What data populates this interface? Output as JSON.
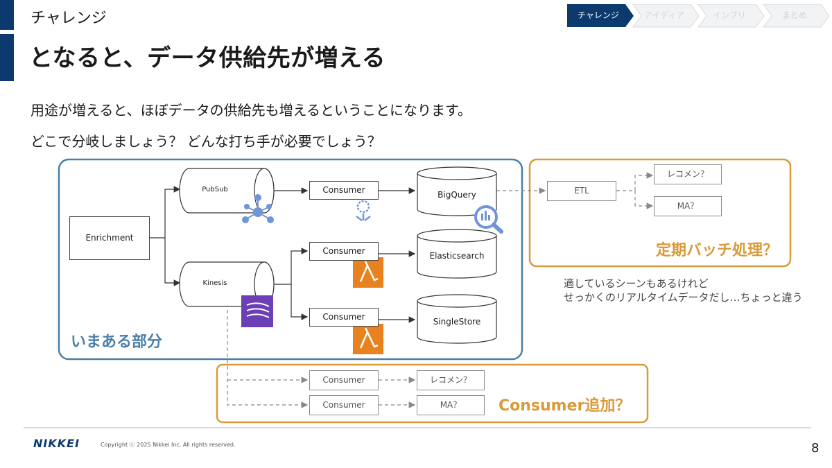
{
  "header": {
    "section": "チャレンジ",
    "title": "となると、データ供給先が増える"
  },
  "steps": [
    {
      "label": "チャレンジ",
      "active": true
    },
    {
      "label": "アイディア",
      "active": false
    },
    {
      "label": "インプリ",
      "active": false
    },
    {
      "label": "まとめ",
      "active": false
    }
  ],
  "body": {
    "line1": "用途が増えると、ほぼデータの供給先も増えるということになります。",
    "line2": "どこで分岐しましょう？ どんな打ち手が必要でしょう？"
  },
  "diagram": {
    "enrichment": "Enrichment",
    "pubsub": "PubSub",
    "kinesis": "Kinesis",
    "consumer_pubsub": "Consumer",
    "consumer_es": "Consumer",
    "consumer_ss": "Consumer",
    "bigquery": "BigQuery",
    "elasticsearch": "Elasticsearch",
    "singlestore": "SingleStore",
    "etl": "ETL",
    "recommend_top": "レコメン？",
    "ma_top": "MA？",
    "consumer_new1": "Consumer",
    "consumer_new2": "Consumer",
    "recommend_bottom": "レコメン？",
    "ma_bottom": "MA？",
    "region_current": "いまある部分",
    "region_batch": "定期バッチ処理？",
    "region_consumer": "Consumer追加？",
    "note_line1": "適しているシーンもあるけれど",
    "note_line2": "せっかくのリアルタイムデータだし…ちょっと違う"
  },
  "footer": {
    "logo": "NIKKEI",
    "copyright": "Copyright ⓒ 2025 Nikkei Inc. All rights reserved.",
    "page": "8"
  },
  "colors": {
    "navy": "#0d3a6e",
    "blue_region": "#4a7fa8",
    "orange_region": "#d99a3a",
    "lambda_orange": "#e8821e",
    "kinesis_purple": "#6b3fb5",
    "gcp_blue": "#6f95d8"
  },
  "icons": [
    "pubsub-icon",
    "dataflow-icon",
    "bigquery-icon",
    "lambda-icon",
    "kinesis-icon"
  ]
}
